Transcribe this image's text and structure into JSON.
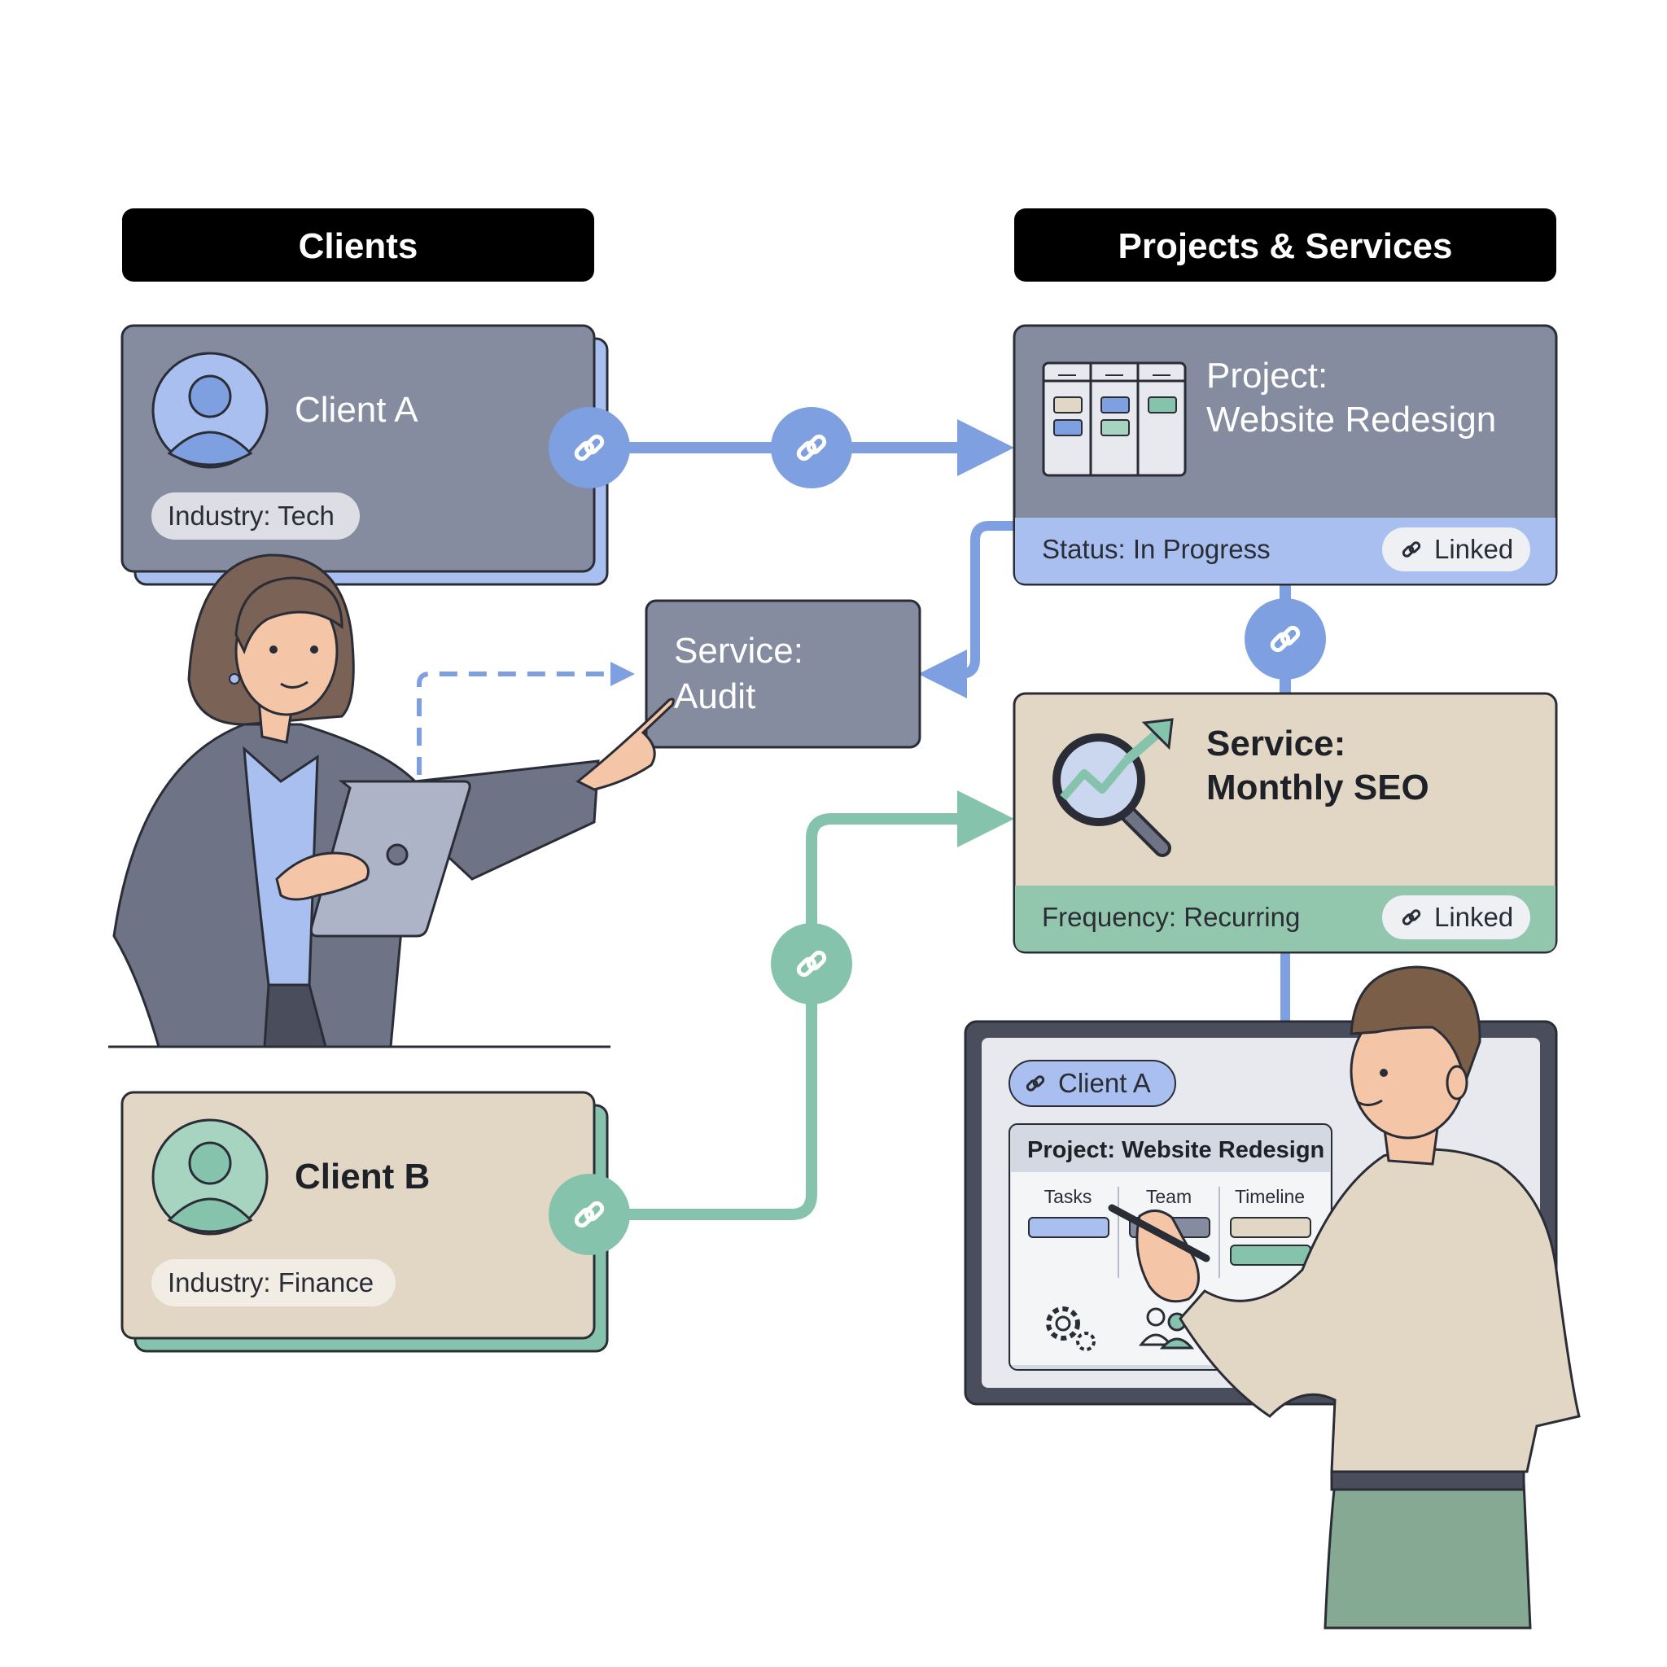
{
  "headers": {
    "clients": "Clients",
    "projects_services": "Projects & Services"
  },
  "clients": [
    {
      "name": "Client A",
      "industry": "Industry: Tech"
    },
    {
      "name": "Client B",
      "industry": "Industry: Finance"
    }
  ],
  "service_audit": {
    "line1": "Service:",
    "line2": "Audit"
  },
  "project": {
    "line1": "Project:",
    "line2": "Website Redesign",
    "status": "Status: In Progress",
    "linked": "Linked"
  },
  "service_seo": {
    "line1": "Service:",
    "line2": "Monthly SEO",
    "frequency": "Frequency: Recurring",
    "linked": "Linked"
  },
  "monitor": {
    "client_tag": "Client A",
    "panel_title": "Project: Website Redesign",
    "columns": [
      "Tasks",
      "Team",
      "Timeline"
    ]
  },
  "colors": {
    "blue": "#7e9fe0",
    "green": "#86c3ad",
    "slate": "#868c9f",
    "tan": "#e2d7c5",
    "header": "#000000"
  }
}
